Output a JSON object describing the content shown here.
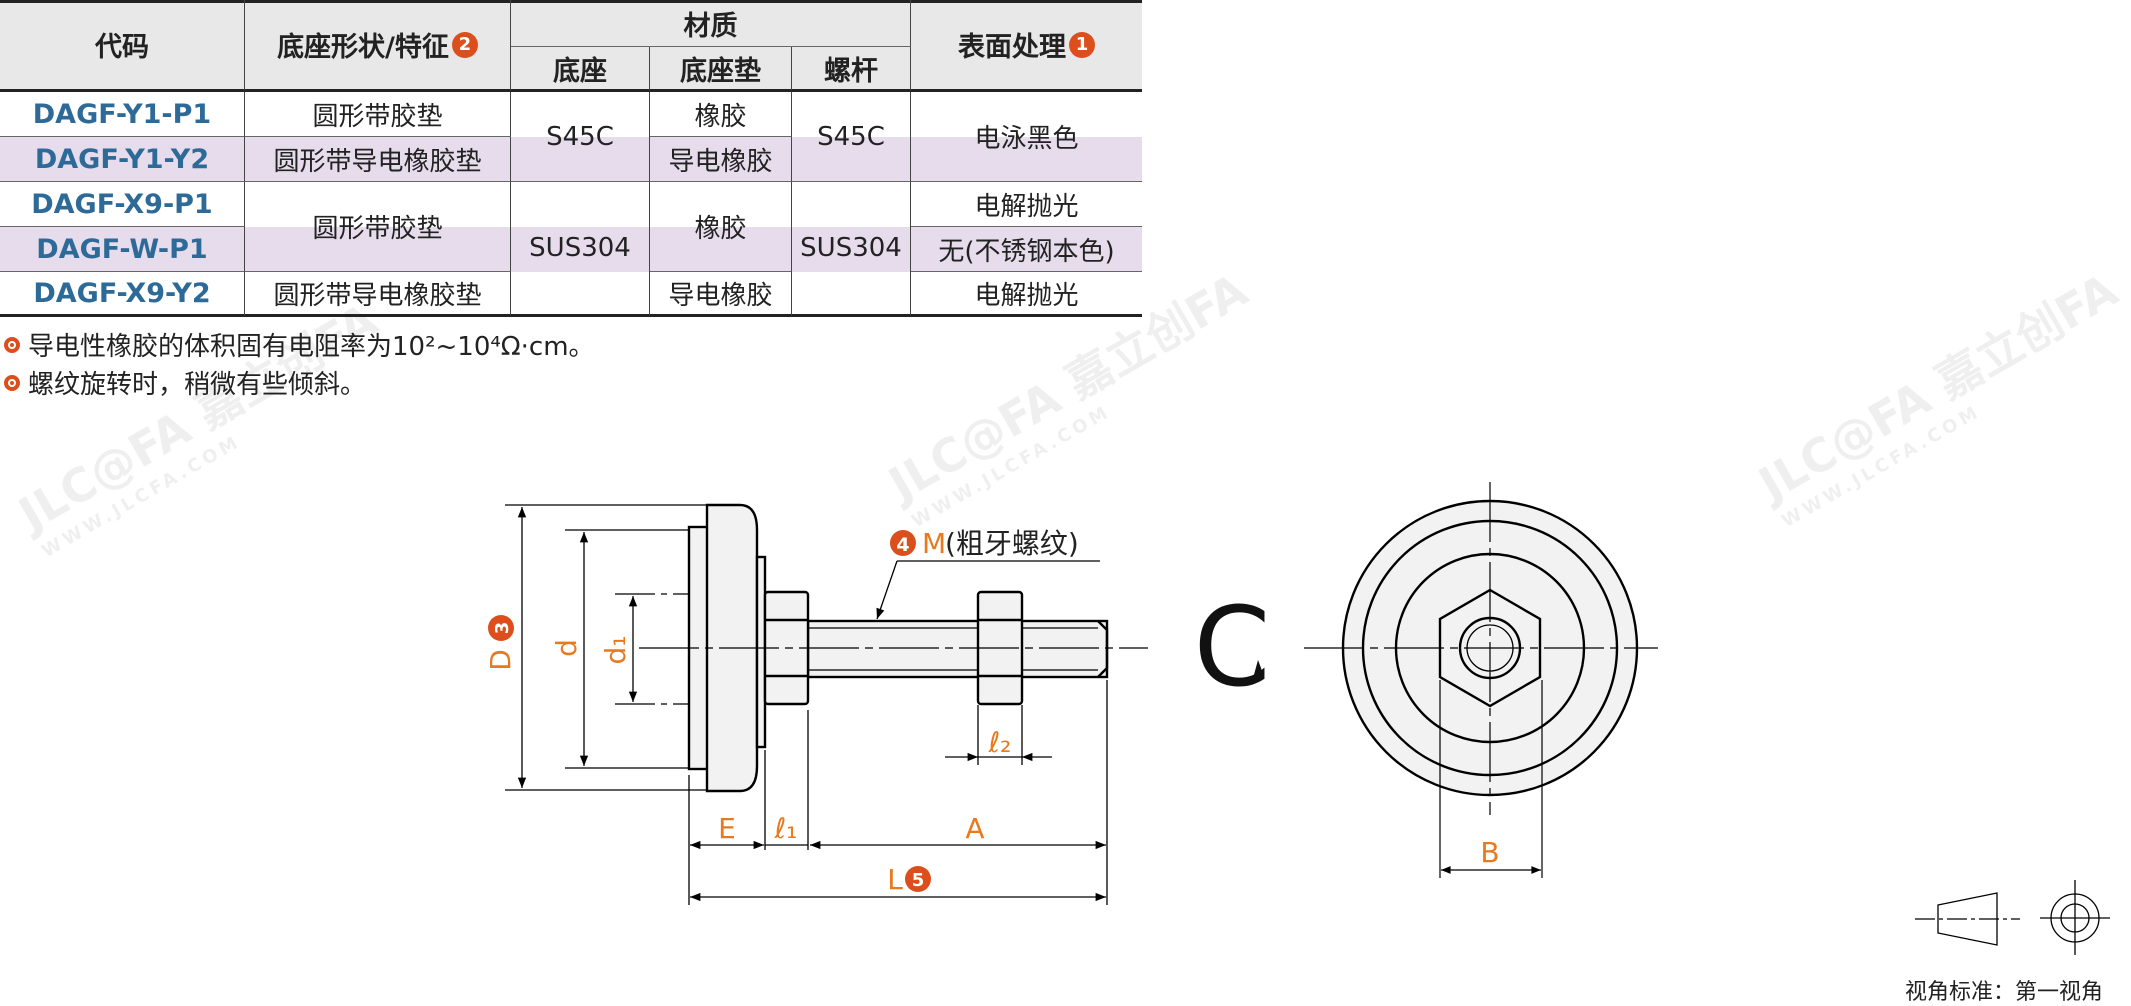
{
  "table": {
    "headers": {
      "code": "代码",
      "shape": "底座形状/特征",
      "shape_badge": "2",
      "material": "材质",
      "base": "底座",
      "pad": "底座垫",
      "screw": "螺杆",
      "surface": "表面处理",
      "surface_badge": "1"
    },
    "codes": [
      "DAGF-Y1-P1",
      "DAGF-Y1-Y2",
      "DAGF-X9-P1",
      "DAGF-W-P1",
      "DAGF-X9-Y2"
    ],
    "shape": [
      "圆形带胶垫",
      "圆形带导电橡胶垫",
      "圆形带胶垫",
      "圆形带导电橡胶垫"
    ],
    "base": [
      "S45C",
      "SUS304"
    ],
    "pad": [
      "橡胶",
      "导电橡胶",
      "橡胶",
      "导电橡胶"
    ],
    "screw": [
      "S45C",
      "SUS304"
    ],
    "surface": [
      "电泳黑色",
      "电解抛光",
      "无(不锈钢本色)",
      "电解抛光"
    ]
  },
  "notes": [
    "导电性橡胶的体积固有电阻率为10²~10⁴Ω·cm。",
    "螺纹旋转时，稍微有些倾斜。"
  ],
  "drawing": {
    "thread_badge": "4",
    "thread_label": "M(粗牙螺纹)",
    "D": "D",
    "D_badge": "3",
    "d": "d",
    "d1": "d₁",
    "l2": "ℓ₂",
    "E": "E",
    "l1": "ℓ₁",
    "A": "A",
    "L": "L",
    "L_badge": "5",
    "view": "C",
    "B": "B"
  },
  "projection_standard": "视角标准：第一视角",
  "watermark": {
    "brand": "JLC@FA 嘉立创FA",
    "url": "WWW.JLCFA.COM"
  },
  "colors": {
    "accent": "#dc4f1c",
    "code_blue": "#2e6a98",
    "stripe": "#e6dcec",
    "dim_label": "#e8791d"
  }
}
